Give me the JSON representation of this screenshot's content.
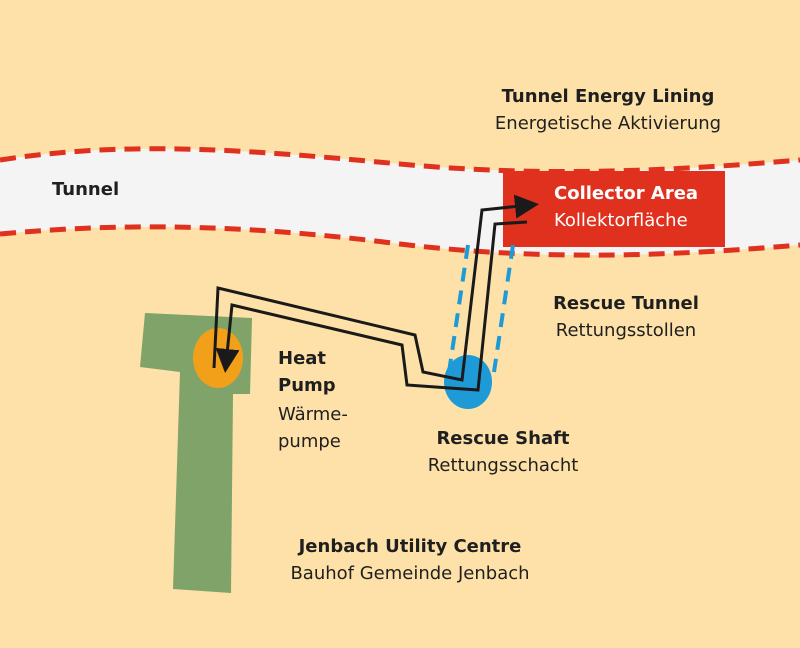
{
  "colors": {
    "background": "#fde1a8",
    "tunnel_fill": "#f4f4f4",
    "tunnel_border": "#e0301e",
    "collector": "#e0301e",
    "utility_building": "#7fa368",
    "heat_pump": "#f2a01a",
    "rescue_shaft": "#1e9bd6",
    "rescue_tunnel_dash": "#1e9bd6",
    "pipe": "#1a1a1a"
  },
  "labels": {
    "tunnel_lining_title": "Tunnel Energy Lining",
    "tunnel_lining_subtitle": "Energetische Aktivierung",
    "tunnel": "Tunnel",
    "collector_title": "Collector Area",
    "collector_subtitle": "Kollektorfläche",
    "rescue_tunnel_title": "Rescue Tunnel",
    "rescue_tunnel_subtitle": "Rettungsstollen",
    "heat_pump_title_1": "Heat",
    "heat_pump_title_2": "Pump",
    "heat_pump_subtitle_1": "Wärme-",
    "heat_pump_subtitle_2": "pumpe",
    "rescue_shaft_title": "Rescue Shaft",
    "rescue_shaft_subtitle": "Rettungsschacht",
    "utility_title": "Jenbach Utility Centre",
    "utility_subtitle": "Bauhof Gemeinde Jenbach"
  },
  "icons": {
    "pipe_arrowheads": "arrow-icon"
  }
}
